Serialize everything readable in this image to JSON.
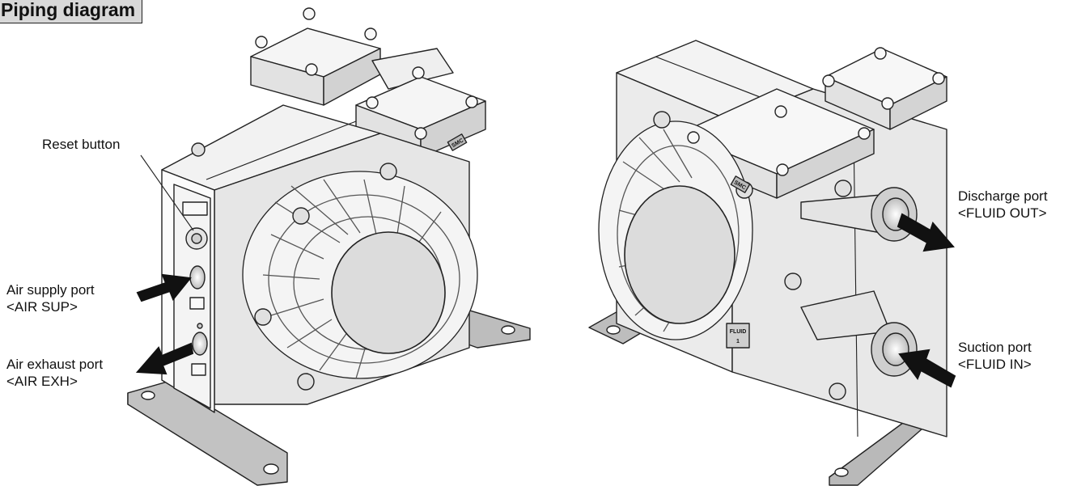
{
  "title": "Piping diagram",
  "labels": {
    "reset_button": "Reset button",
    "air_supply": {
      "line1": "Air supply port",
      "line2": "<AIR SUP>"
    },
    "air_exhaust": {
      "line1": "Air exhaust port",
      "line2": "<AIR EXH>"
    },
    "discharge": {
      "line1": "Discharge port",
      "line2": "<FLUID OUT>"
    },
    "suction": {
      "line1": "Suction port",
      "line2": "<FLUID IN>"
    }
  },
  "plate_text": {
    "fluid": "FLUID",
    "fluid_number": "1",
    "smc": "SMC"
  },
  "colors": {
    "body": "#ededed",
    "body_shade": "#d9d9d9",
    "edge": "#222222",
    "base": "#b9b9b9",
    "arrow": "#111111"
  }
}
